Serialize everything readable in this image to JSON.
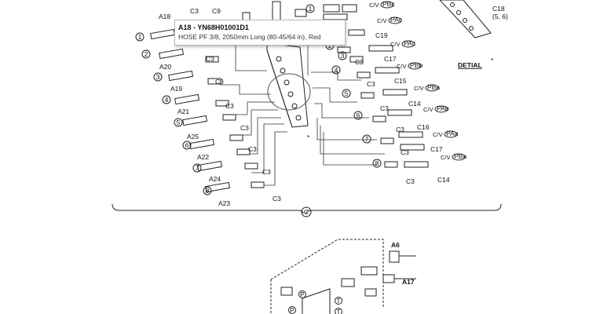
{
  "tooltip": {
    "part_id": "A18",
    "part_number": "YN68H01001D1",
    "separator": " - ",
    "description": "HOSE PF 3/8, 2050mm Long (80-45/64 in), Red"
  },
  "diagram": {
    "detail_label": "DETIAL",
    "detail_mark": "*",
    "section_mark": "C",
    "detail_ref": "C18\n(5, 6)",
    "left_labels": [
      "A18",
      "A20",
      "A19",
      "A21",
      "A25",
      "A22",
      "A24",
      "A23"
    ],
    "left_numbers": [
      "1",
      "2",
      "3",
      "4",
      "5",
      "6",
      "7",
      "8"
    ],
    "right_numbers": [
      "1",
      "2",
      "3",
      "4",
      "5",
      "6",
      "7",
      "8"
    ],
    "right_labels": [
      "C19",
      "C17",
      "C15",
      "C14",
      "C16",
      "C17",
      "C14"
    ],
    "check_valve_prefix": "C/V",
    "check_valve_marks": [
      "PBc",
      "PAc",
      "PBb",
      "PBa",
      "PAb",
      "PAa",
      "PBa"
    ],
    "fitting_label": "C3",
    "top_labels": [
      "C3",
      "C9"
    ],
    "lower_labels": [
      "A6",
      "A17"
    ],
    "port_marks": [
      "P",
      "T"
    ]
  }
}
